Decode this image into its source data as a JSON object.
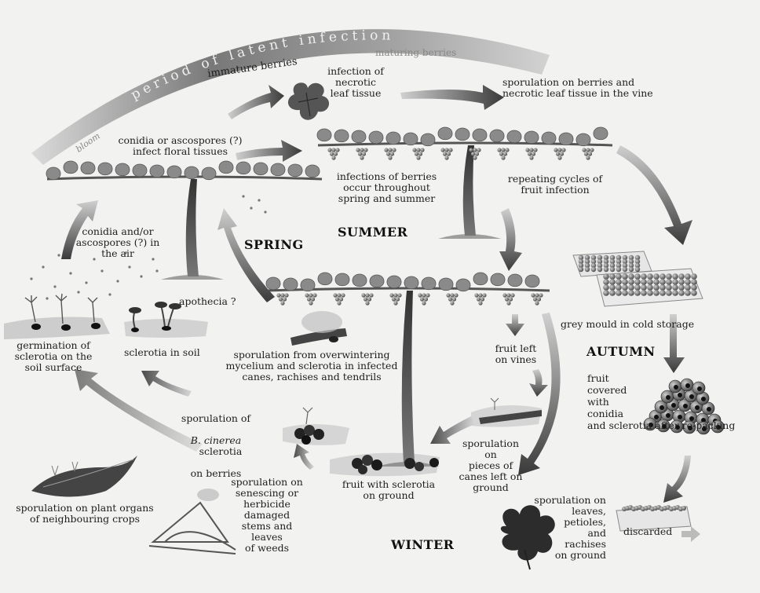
{
  "arc": {
    "period": "period of latent infection",
    "bloom": "bloom",
    "immature": "immature berries",
    "maturing": "maturing berries"
  },
  "seasons": {
    "spring": "SPRING",
    "summer": "SUMMER",
    "autumn": "AUTUMN",
    "winter": "WINTER"
  },
  "labels": {
    "necrotic_leaf": "infection of\nnecrotic\nleaf tissue",
    "sporulation_berries_vine": "sporulation on berries and\nnecrotic leaf tissue in the vine",
    "floral_infection": "conidia or ascospores (?)\ninfect floral tissues",
    "berry_infections": "infections of berries\noccur throughout\nspring and summer",
    "repeating_cycles": "repeating cycles of\nfruit infection",
    "conidia_air": "conidia and/or\nascospores (?) in\nthe air",
    "apothecia": "apothecia ?",
    "grey_mould": "grey mould in cold storage",
    "germination": "germination of\nsclerotia on the\nsoil surface",
    "sclerotia_soil": "sclerotia in soil",
    "overwintering": "sporulation from overwintering\nmycelium and sclerotia in infected\ncanes, rachises and tendrils",
    "fruit_left": "fruit left\non vines",
    "fruit_covered": "fruit\ncovered\nwith\nconidia\nand sclerotia after re-packing",
    "bcinerea_prefix": "sporulation of",
    "bcinerea_species": "B. cinerea",
    "bcinerea_sclerotia": "sclerotia",
    "bcinerea_suffix": "on berries",
    "canes_ground": "sporulation on\npieces of\ncanes left on\nground",
    "fruit_sclerotia_ground": "fruit with sclerotia\non ground",
    "neighbouring": "sporulation on plant organs\nof neighbouring crops",
    "weeds": "sporulation on\nsenescing or\nherbicide\ndamaged\nstems and\nleaves\nof weeds",
    "discarded": "discarded",
    "leaves_ground": "sporulation on\nleaves,\npetioles,\nand\nrachises\non ground"
  }
}
